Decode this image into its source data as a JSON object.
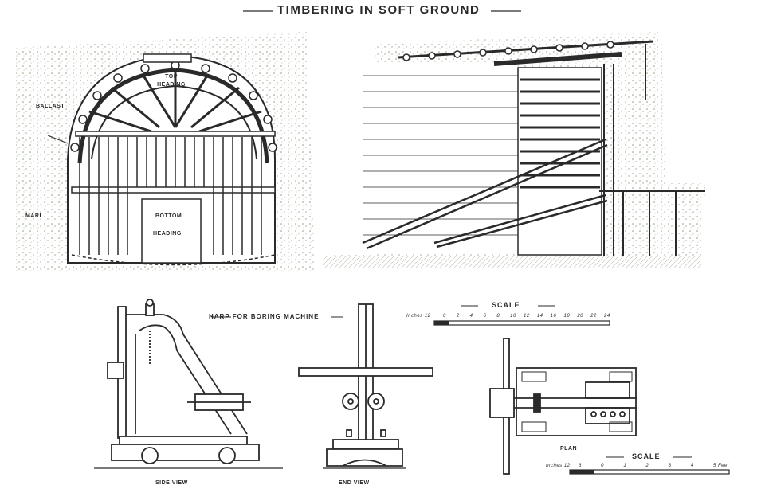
{
  "title": "TIMBERING IN SOFT GROUND",
  "labels": {
    "ballast": "BALLAST",
    "marl": "MARL",
    "top_heading": "TOP HEADING",
    "bottom_heading_1": "BOTTOM",
    "bottom_heading_2": "HEADING",
    "harp_title": "HARP FOR BORING MACHINE",
    "side_view": "SIDE VIEW",
    "end_view": "END VIEW",
    "plan": "PLAN"
  },
  "scale_top": {
    "title": "SCALE",
    "unit": "Inches 12",
    "ticks": [
      "0",
      "2",
      "4",
      "6",
      "8",
      "10",
      "12",
      "14",
      "16",
      "18",
      "20",
      "22",
      "24"
    ]
  },
  "scale_bottom": {
    "title": "SCALE",
    "unit": "Inches 12",
    "ticks": [
      "6",
      "0",
      "1",
      "2",
      "3",
      "4",
      "5 Feet"
    ]
  },
  "colors": {
    "ink": "#2a2a2a",
    "ground": "#7a8f6a",
    "paper": "#ffffff"
  }
}
